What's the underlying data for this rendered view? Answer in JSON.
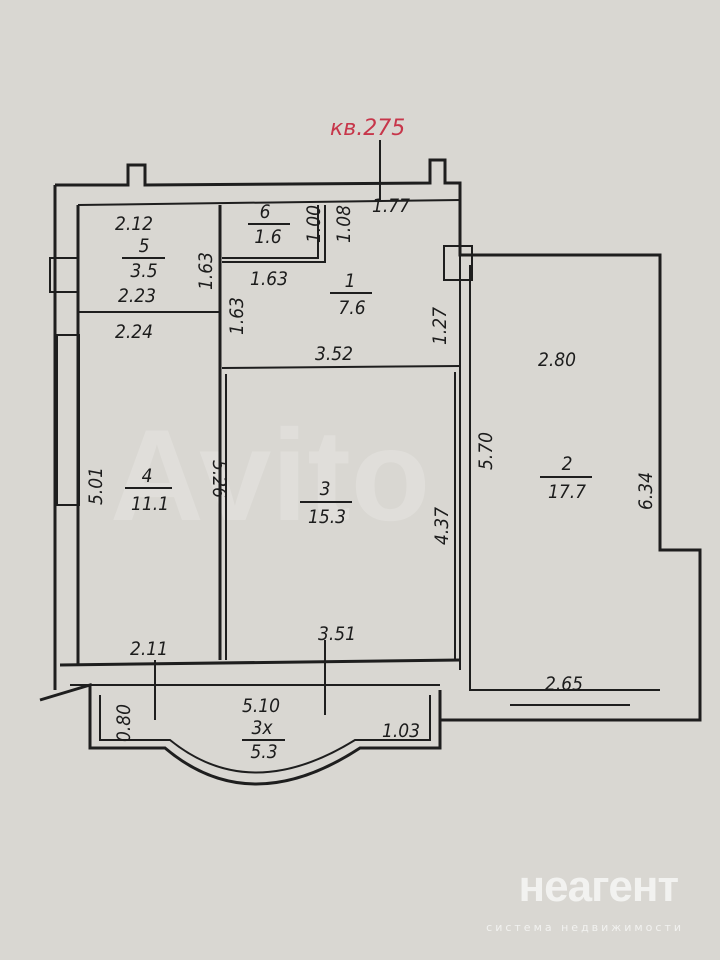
{
  "apartment_label": "кв.275",
  "rooms": [
    {
      "number": "1",
      "area": "7.6"
    },
    {
      "number": "2",
      "area": "17.7"
    },
    {
      "number": "3",
      "area": "15.3"
    },
    {
      "number": "4",
      "area": "11.1"
    },
    {
      "number": "5",
      "area": "3.5"
    },
    {
      "number": "6",
      "area": "1.6"
    },
    {
      "number": "3х",
      "area": "5.3"
    }
  ],
  "dimensions": [
    "2.12",
    "1.63",
    "2.23",
    "2.24",
    "1.00",
    "1.08",
    "1.77",
    "1.63",
    "1.63",
    "1.27",
    "3.52",
    "2.80",
    "5.70",
    "6.34",
    "5.01",
    "5.26",
    "4.37",
    "2.11",
    "3.51",
    "2.65",
    "5.10",
    "0.80",
    "1.03"
  ],
  "watermark": {
    "brand": "неагент",
    "tagline": "система недвижимости",
    "avito": "Avito"
  }
}
